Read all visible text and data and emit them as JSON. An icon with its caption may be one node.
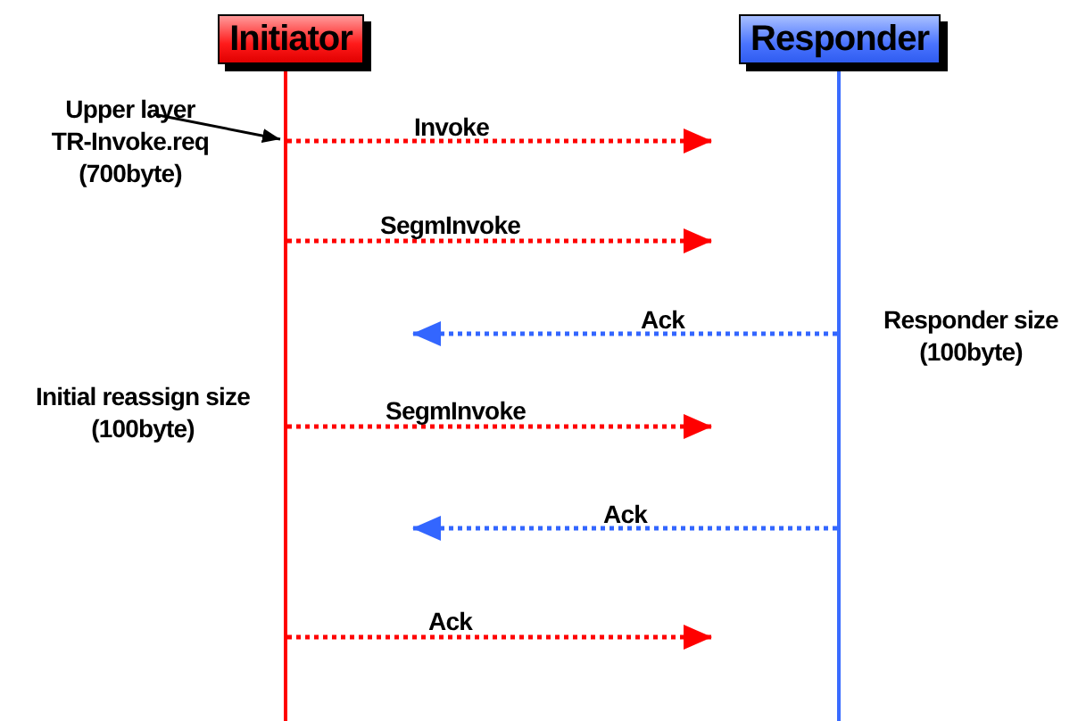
{
  "diagram": {
    "nodes": [
      {
        "text": [
          "Initiator"
        ]
      },
      {
        "text": [
          "Responder"
        ]
      },
      {
        "text": [
          "Upper layer TR-Invoke.req (700byte)"
        ]
      }
    ],
    "edges": [
      {
        "from": 2,
        "to": 0,
        "arrow": "to",
        "color": "#000000"
      },
      {
        "from": 0,
        "to": 1,
        "arrow": "to",
        "label": "Invoke",
        "style": "dashed"
      },
      {
        "from": 0,
        "to": 1,
        "arrow": "to",
        "label": "SegmInvoke",
        "style": "dashed"
      },
      {
        "from": 1,
        "to": 0,
        "arrow": "to",
        "label": "Ack",
        "style": "dashed",
        "color": "#3366ff"
      },
      {
        "from": 0,
        "to": 1,
        "arrow": "to",
        "label": "SegmInvoke",
        "style": "dashed"
      },
      {
        "from": 1,
        "to": 0,
        "arrow": "to",
        "label": "Ack",
        "style": "dashed",
        "color": "#3366ff"
      },
      {
        "from": 0,
        "to": 1,
        "arrow": "to",
        "label": "Ack",
        "style": "dashed"
      }
    ],
    "labels": [
      "Responder size (100byte)",
      "Initial reassign size (100byte)"
    ]
  }
}
